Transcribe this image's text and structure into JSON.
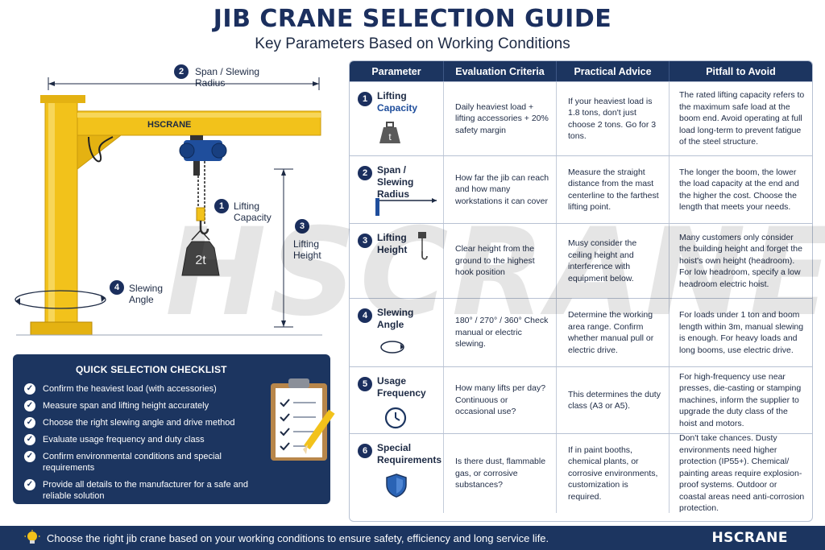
{
  "header": {
    "title": "JIB CRANE SELECTION GUIDE",
    "subtitle": "Key Parameters Based on Working Conditions"
  },
  "watermark": "HSCRANE",
  "crane": {
    "boom_brand": "HSCRANE",
    "load_label": "2t",
    "labels": [
      {
        "num": "1",
        "text": "Lifting Capacity"
      },
      {
        "num": "2",
        "text": "Span / Slewing Radius"
      },
      {
        "num": "3",
        "text": "Lifting Height"
      },
      {
        "num": "4",
        "text": "Slewing Angle"
      }
    ]
  },
  "checklist": {
    "title": "QUICK SELECTION CHECKLIST",
    "items": [
      "Confirm the heaviest load (with accessories)",
      "Measure span and lifting height accurately",
      "Choose the right slewing angle and drive method",
      "Evaluate usage frequency and duty class",
      "Confirm environmental conditions and special requirements",
      "Provide all details to the manufacturer for a safe and reliable solution"
    ]
  },
  "table": {
    "headers": [
      "Parameter",
      "Evaluation Criteria",
      "Practical Advice",
      "Pitfall to Avoid"
    ],
    "rows": [
      {
        "num": "1",
        "param_line1": "Lifting",
        "param_line2": "Capacity",
        "icon": "weight-icon",
        "icon_text": "t",
        "criteria": "Daily heaviest load + lifting accessories + 20% safety margin",
        "advice": "If your heaviest load is 1.8 tons, don't just choose 2 tons. Go for 3 tons.",
        "pitfall": "The rated lifting capacity refers to the maximum safe load at the boom end. Avoid operating at full load long-term to prevent fatigue of the steel structure."
      },
      {
        "num": "2",
        "param_line1": "Span /",
        "param_line2": "Slewing Radius",
        "icon": "span-icon",
        "criteria": "How far the jib can reach and how many workstations it can cover",
        "advice": "Measure the straight distance from the mast centerline to the farthest lifting point.",
        "pitfall": "The longer the boom, the lower the load capacity at the end and the higher the cost. Choose the length that meets your needs."
      },
      {
        "num": "3",
        "param_line1": "Lifting",
        "param_line2": "Height",
        "icon": "hook-icon",
        "criteria": "Clear height from the ground to the highest hook position",
        "advice": "Musy consider the ceiling height and interference with equipment below.",
        "pitfall": "Many customers only consider the building height and forget the hoist's own height (headroom). For low headroom, specify a low headroom electric hoist."
      },
      {
        "num": "4",
        "param_line1": "Slewing",
        "param_line2": "Angle",
        "icon": "rotation-icon",
        "criteria": "180° / 270° / 360° Check manual or electric slewing.",
        "advice": "Determine the working area range. Confirm whether manual pull or electric drive.",
        "pitfall": "For loads under 1 ton and boom length within 3m, manual slewing is enough. For heavy loads and long booms, use electric drive."
      },
      {
        "num": "5",
        "param_line1": "Usage",
        "param_line2": "Frequency",
        "icon": "clock-icon",
        "criteria": "How many lifts per day? Continuous or occasional use?",
        "advice": "This determines the duty class (A3 or A5).",
        "pitfall": "For high-frequency use near presses, die-casting or stamping machines, inform the supplier to upgrade the duty class of the hoist and motors."
      },
      {
        "num": "6",
        "param_line1": "Special",
        "param_line2": "Requirements",
        "icon": "shield-icon",
        "criteria": "Is there dust, flammable gas, or corrosive substances?",
        "advice": "If in paint booths, chemical plants, or corrosive environments, customization is required.",
        "pitfall": "Don't take chances. Dusty environments need higher protection (IP55+). Chemical/ painting areas require explosion-proof systems. Outdoor or coastal areas need anti-corrosion protection."
      }
    ]
  },
  "footer": {
    "text": "Choose the right jib crane based on your working conditions to ensure safety, efficiency and long service life.",
    "brand": "HSCRANE"
  },
  "colors": {
    "navy": "#1c3560",
    "crane_yellow": "#f2c21b",
    "hoist_blue": "#1f4e9c"
  }
}
